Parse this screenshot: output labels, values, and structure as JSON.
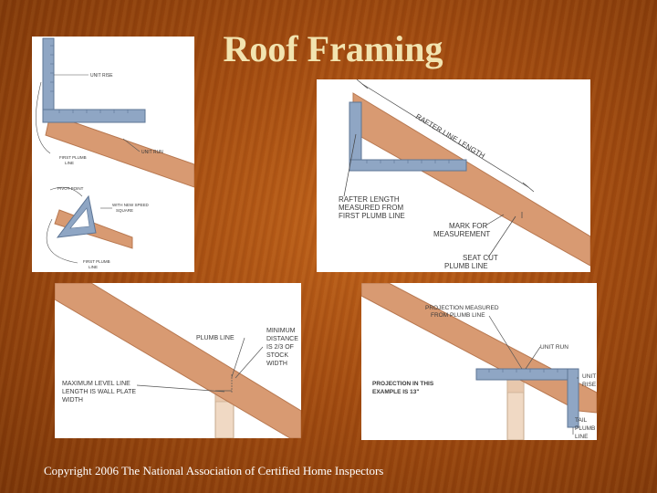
{
  "slide": {
    "title": "Roof Framing",
    "footer": "Copyright 2006 The National Association of Certified Home Inspectors"
  },
  "panel_tl": {
    "labels": {
      "unit_rise": "UNIT RISE",
      "unit_run": "UNIT RUN",
      "first_plumb_1": "FIRST PLUMB",
      "first_plumb_2": "LINE",
      "pivot_point": "PIVOT POINT",
      "speed_square_1": "WITH NEW SPEED",
      "speed_square_2": "SQUARE",
      "first_plumb_b1": "FIRST PLUMB",
      "first_plumb_b2": "LINE"
    }
  },
  "panel_tr": {
    "labels": {
      "rafter_line_length": "RAFTER LINE LENGTH",
      "rafter_length_1": "RAFTER LENGTH",
      "rafter_length_2": "MEASURED FROM",
      "rafter_length_3": "FIRST PLUMB LINE",
      "mark_1": "MARK FOR",
      "mark_2": "MEASUREMENT",
      "seat_cut_1": "SEAT CUT",
      "seat_cut_2": "PLUMB LINE"
    }
  },
  "panel_bl": {
    "labels": {
      "plumb_line": "PLUMB LINE",
      "min_1": "MINIMUM",
      "min_2": "DISTANCE",
      "min_3": "IS 2/3 OF",
      "min_4": "STOCK",
      "min_5": "WIDTH",
      "max_1": "MAXIMUM LEVEL LINE",
      "max_2": "LENGTH IS WALL PLATE",
      "max_3": "WIDTH"
    }
  },
  "panel_br": {
    "labels": {
      "projection_1": "PROJECTION MEASURED",
      "projection_2": "FROM PLUMB LINE",
      "unit_run": "UNIT RUN",
      "projection_ex_1": "PROJECTION IN THIS",
      "projection_ex_2": "EXAMPLE IS 13\"",
      "unit_rise_1": "UNIT",
      "unit_rise_2": "RISE",
      "tail_plumb_1": "TAIL",
      "tail_plumb_2": "PLUMB",
      "tail_plumb_3": "LINE"
    }
  },
  "colors": {
    "rafter": "#d89a72",
    "rafter_edge": "#b87850",
    "square": "#8fa6c4",
    "square_edge": "#5d7595",
    "post": "#f0d9c4",
    "post_edge": "#c4a98c"
  }
}
